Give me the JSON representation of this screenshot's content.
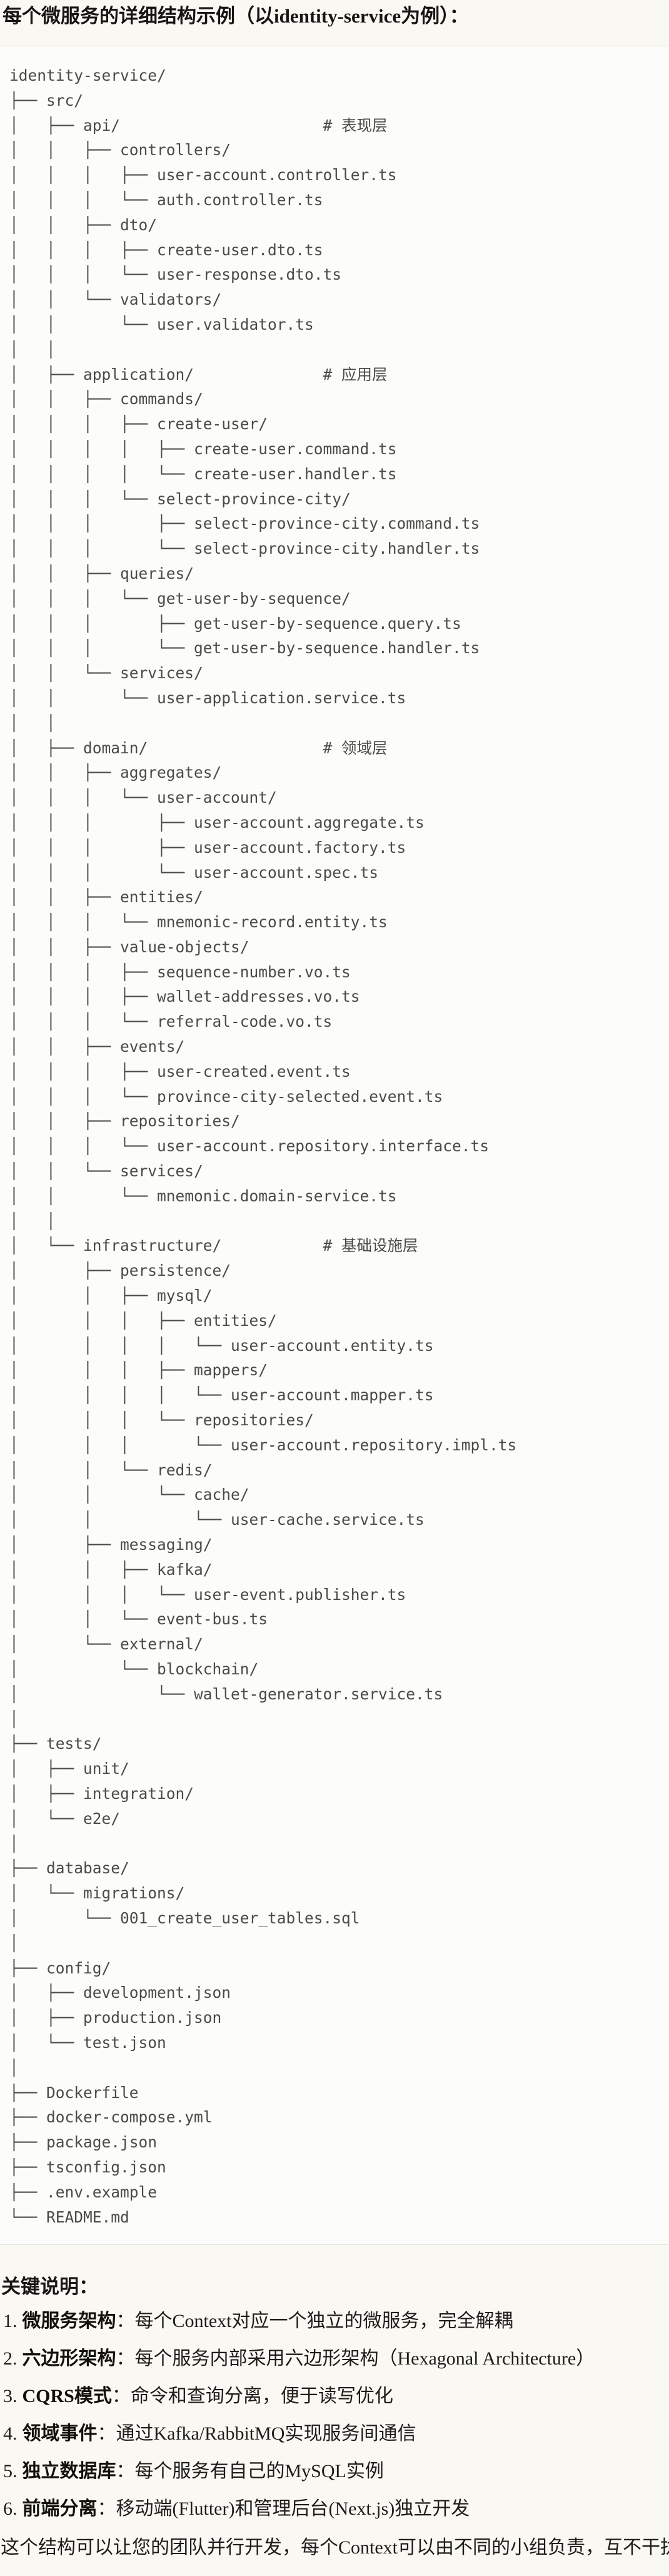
{
  "colors": {
    "page_bg": "#f9f8f3",
    "code_bg": "#fcfcfa",
    "code_border": "#e2e1dc",
    "code_text": "#4b4a47",
    "body_text": "#1d1c1a"
  },
  "header": {
    "title": "每个微服务的详细结构示例（以identity-service为例）："
  },
  "tree": {
    "lines": [
      "identity-service/",
      "├── src/",
      "│   ├── api/                      # 表现层",
      "│   │   ├── controllers/",
      "│   │   │   ├── user-account.controller.ts",
      "│   │   │   └── auth.controller.ts",
      "│   │   ├── dto/",
      "│   │   │   ├── create-user.dto.ts",
      "│   │   │   └── user-response.dto.ts",
      "│   │   └── validators/",
      "│   │       └── user.validator.ts",
      "│   │",
      "│   ├── application/              # 应用层",
      "│   │   ├── commands/",
      "│   │   │   ├── create-user/",
      "│   │   │   │   ├── create-user.command.ts",
      "│   │   │   │   └── create-user.handler.ts",
      "│   │   │   └── select-province-city/",
      "│   │   │       ├── select-province-city.command.ts",
      "│   │   │       └── select-province-city.handler.ts",
      "│   │   ├── queries/",
      "│   │   │   └── get-user-by-sequence/",
      "│   │   │       ├── get-user-by-sequence.query.ts",
      "│   │   │       └── get-user-by-sequence.handler.ts",
      "│   │   └── services/",
      "│   │       └── user-application.service.ts",
      "│   │",
      "│   ├── domain/                   # 领域层",
      "│   │   ├── aggregates/",
      "│   │   │   └── user-account/",
      "│   │   │       ├── user-account.aggregate.ts",
      "│   │   │       ├── user-account.factory.ts",
      "│   │   │       └── user-account.spec.ts",
      "│   │   ├── entities/",
      "│   │   │   └── mnemonic-record.entity.ts",
      "│   │   ├── value-objects/",
      "│   │   │   ├── sequence-number.vo.ts",
      "│   │   │   ├── wallet-addresses.vo.ts",
      "│   │   │   └── referral-code.vo.ts",
      "│   │   ├── events/",
      "│   │   │   ├── user-created.event.ts",
      "│   │   │   └── province-city-selected.event.ts",
      "│   │   ├── repositories/",
      "│   │   │   └── user-account.repository.interface.ts",
      "│   │   └── services/",
      "│   │       └── mnemonic.domain-service.ts",
      "│   │",
      "│   └── infrastructure/           # 基础设施层",
      "│       ├── persistence/",
      "│       │   ├── mysql/",
      "│       │   │   ├── entities/",
      "│       │   │   │   └── user-account.entity.ts",
      "│       │   │   ├── mappers/",
      "│       │   │   │   └── user-account.mapper.ts",
      "│       │   │   └── repositories/",
      "│       │   │       └── user-account.repository.impl.ts",
      "│       │   └── redis/",
      "│       │       └── cache/",
      "│       │           └── user-cache.service.ts",
      "│       ├── messaging/",
      "│       │   ├── kafka/",
      "│       │   │   └── user-event.publisher.ts",
      "│       │   └── event-bus.ts",
      "│       └── external/",
      "│           └── blockchain/",
      "│               └── wallet-generator.service.ts",
      "│",
      "├── tests/",
      "│   ├── unit/",
      "│   ├── integration/",
      "│   └── e2e/",
      "│",
      "├── database/",
      "│   └── migrations/",
      "│       └── 001_create_user_tables.sql",
      "│",
      "├── config/",
      "│   ├── development.json",
      "│   ├── production.json",
      "│   └── test.json",
      "│",
      "├── Dockerfile",
      "├── docker-compose.yml",
      "├── package.json",
      "├── tsconfig.json",
      "├── .env.example",
      "└── README.md"
    ]
  },
  "notes": {
    "heading": "关键说明：",
    "items": [
      {
        "num": "1.",
        "term": "微服务架构",
        "colon": "：",
        "desc": "每个Context对应一个独立的微服务，完全解耦"
      },
      {
        "num": "2.",
        "term": "六边形架构",
        "colon": "：",
        "desc": "每个服务内部采用六边形架构（Hexagonal Architecture）"
      },
      {
        "num": "3.",
        "term": "CQRS模式",
        "colon": "：",
        "desc": "命令和查询分离，便于读写优化"
      },
      {
        "num": "4.",
        "term": "领域事件",
        "colon": "：",
        "desc": "通过Kafka/RabbitMQ实现服务间通信"
      },
      {
        "num": "5.",
        "term": "独立数据库",
        "colon": "：",
        "desc": "每个服务有自己的MySQL实例"
      },
      {
        "num": "6.",
        "term": "前端分离",
        "colon": "：",
        "desc": "移动端(Flutter)和管理后台(Next.js)独立开发"
      }
    ],
    "closing": "这个结构可以让您的团队并行开发，每个Context可以由不同的小组负责，互不干扰。"
  }
}
